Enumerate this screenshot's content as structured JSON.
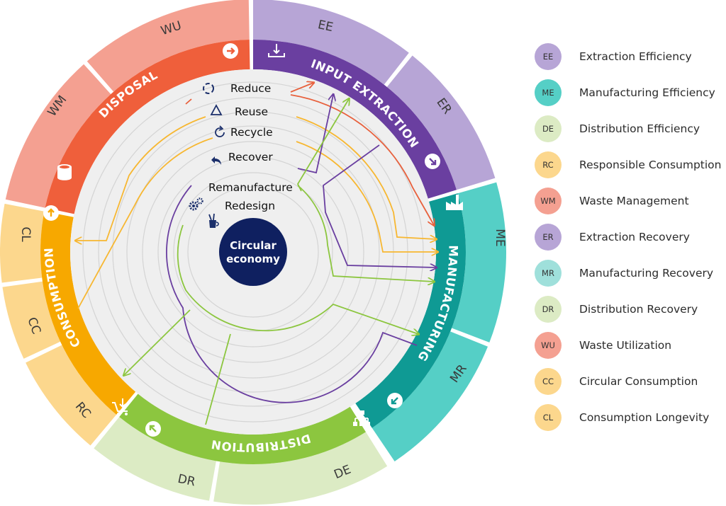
{
  "center": {
    "line1": "Circular",
    "line2": "economy"
  },
  "strategies": [
    "Reduce",
    "Reuse",
    "Recycle",
    "Recover",
    "Remanufacture",
    "Redesign"
  ],
  "stages": {
    "input_extraction": "INPUT EXTRACTION",
    "manufacturing": "MANUFACTURING",
    "distribution": "DISTRIBUTION",
    "consumption": "CONSUMPTION",
    "disposal": "DISPOSAL"
  },
  "outer_labels": {
    "ee": "EE",
    "er": "ER",
    "me": "ME",
    "mr": "MR",
    "de": "DE",
    "dr": "DR",
    "rc": "RC",
    "cc": "CC",
    "cl": "CL",
    "wm": "WM",
    "wu": "WU"
  },
  "colors": {
    "input_extraction": "#6a3fa0",
    "manufacturing": "#0f9a94",
    "distribution": "#8cc63f",
    "consumption": "#f7a800",
    "disposal": "#ef5f3b",
    "center": "#0f2060",
    "reduce_arrow": "#e8603c",
    "reuse_arrow": "#f7b731",
    "recover_arrow": "#6a3fa0",
    "remanufacture_arrow": "#8cc63f"
  },
  "legend": [
    {
      "code": "EE",
      "label": "Extraction Efficiency",
      "color": "#b7a5d6"
    },
    {
      "code": "ME",
      "label": "Manufacturing Efficiency",
      "color": "#55cfc6"
    },
    {
      "code": "DE",
      "label": "Distribution Efficiency",
      "color": "#dcebc4"
    },
    {
      "code": "RC",
      "label": "Responsible Consumption",
      "color": "#fcd78d"
    },
    {
      "code": "WM",
      "label": "Waste Management",
      "color": "#f4a091"
    },
    {
      "code": "ER",
      "label": "Extraction Recovery",
      "color": "#b7a5d6"
    },
    {
      "code": "MR",
      "label": "Manufacturing Recovery",
      "color": "#9fe0db"
    },
    {
      "code": "DR",
      "label": "Distribution Recovery",
      "color": "#dcebc4"
    },
    {
      "code": "WU",
      "label": "Waste Utilization",
      "color": "#f4a091"
    },
    {
      "code": "CC",
      "label": "Circular Consumption",
      "color": "#fcd78d"
    },
    {
      "code": "CL",
      "label": "Consumption Longevity",
      "color": "#fcd78d"
    }
  ],
  "icons": {
    "reduce": "circular-arrows-icon",
    "reuse": "recycle-icon",
    "recycle": "refresh-icon",
    "recover": "undo-arrow-icon",
    "remanufacture": "gears-icon",
    "redesign": "pencil-cup-icon",
    "input_extraction": "tray-arrow-icon",
    "manufacturing": "factory-icon",
    "distribution": "hierarchy-icon",
    "consumption": "cart-icon",
    "disposal": "bin-icon"
  }
}
